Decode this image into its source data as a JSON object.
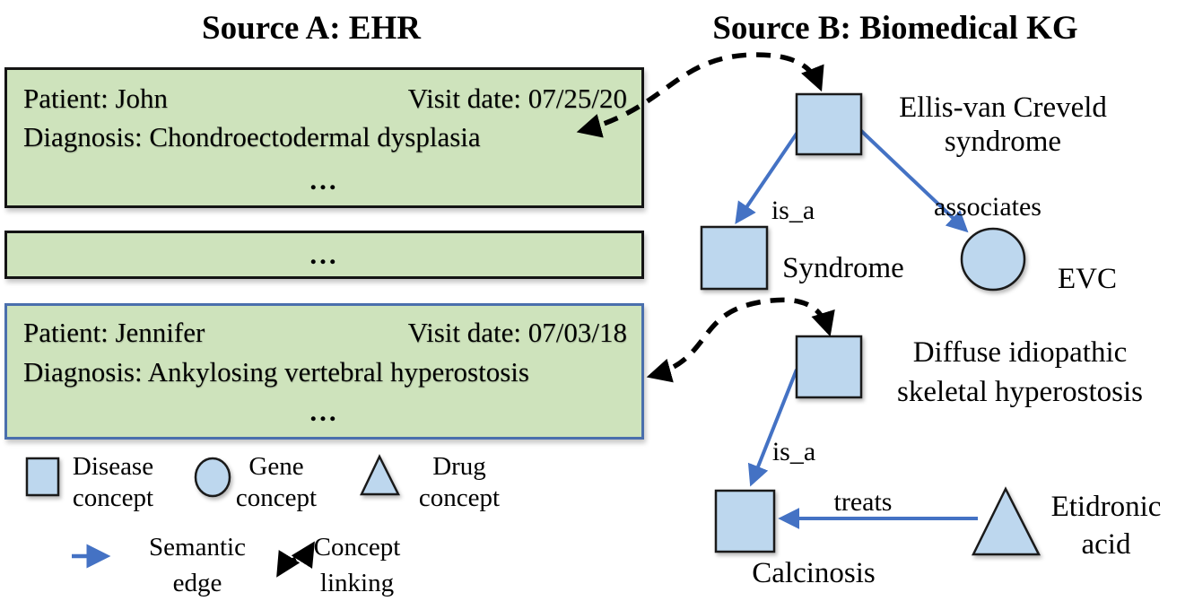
{
  "titles": {
    "source_a": "Source A: EHR",
    "source_b": "Source B: Biomedical KG"
  },
  "records": {
    "r1": {
      "patient": "Patient: John",
      "visit": "Visit date: 07/25/20",
      "diagnosis": "Diagnosis: Chondroectodermal dysplasia",
      "more": "..."
    },
    "r2": {
      "more": "..."
    },
    "r3": {
      "patient": "Patient: Jennifer",
      "visit": "Visit date: 07/03/18",
      "diagnosis": "Diagnosis: Ankylosing vertebral hyperostosis",
      "more": "..."
    }
  },
  "kg": {
    "evc_disease": {
      "shape": "square",
      "line1": "Ellis-van Creveld",
      "line2": "syndrome"
    },
    "syndrome": {
      "shape": "square",
      "label": "Syndrome"
    },
    "evc_gene": {
      "shape": "circle",
      "label": "EVC"
    },
    "dish": {
      "shape": "square",
      "line1": "Diffuse idiopathic",
      "line2": "skeletal hyperostosis"
    },
    "calcinosis": {
      "shape": "square",
      "label": "Calcinosis"
    },
    "etidronic": {
      "shape": "triangle",
      "line1": "Etidronic",
      "line2": "acid"
    },
    "edges": {
      "isa_top": "is_a",
      "associates": "associates",
      "isa_bottom": "is_a",
      "treats": "treats"
    }
  },
  "legend": {
    "disease_line1": "Disease",
    "disease_line2": "concept",
    "gene_line1": "Gene",
    "gene_line2": "concept",
    "drug_line1": "Drug",
    "drug_line2": "concept",
    "semantic_line1": "Semantic",
    "semantic_line2": "edge",
    "linking_line1": "Concept",
    "linking_line2": "linking"
  },
  "colors": {
    "record_fill": "#cee3bc",
    "record_border": "#141414",
    "linked_record_border": "#4a6fad",
    "node_fill": "#bdd7ee",
    "node_border": "#1a1a1a",
    "semantic_edge": "#4472c4",
    "concept_link": "#000000"
  }
}
